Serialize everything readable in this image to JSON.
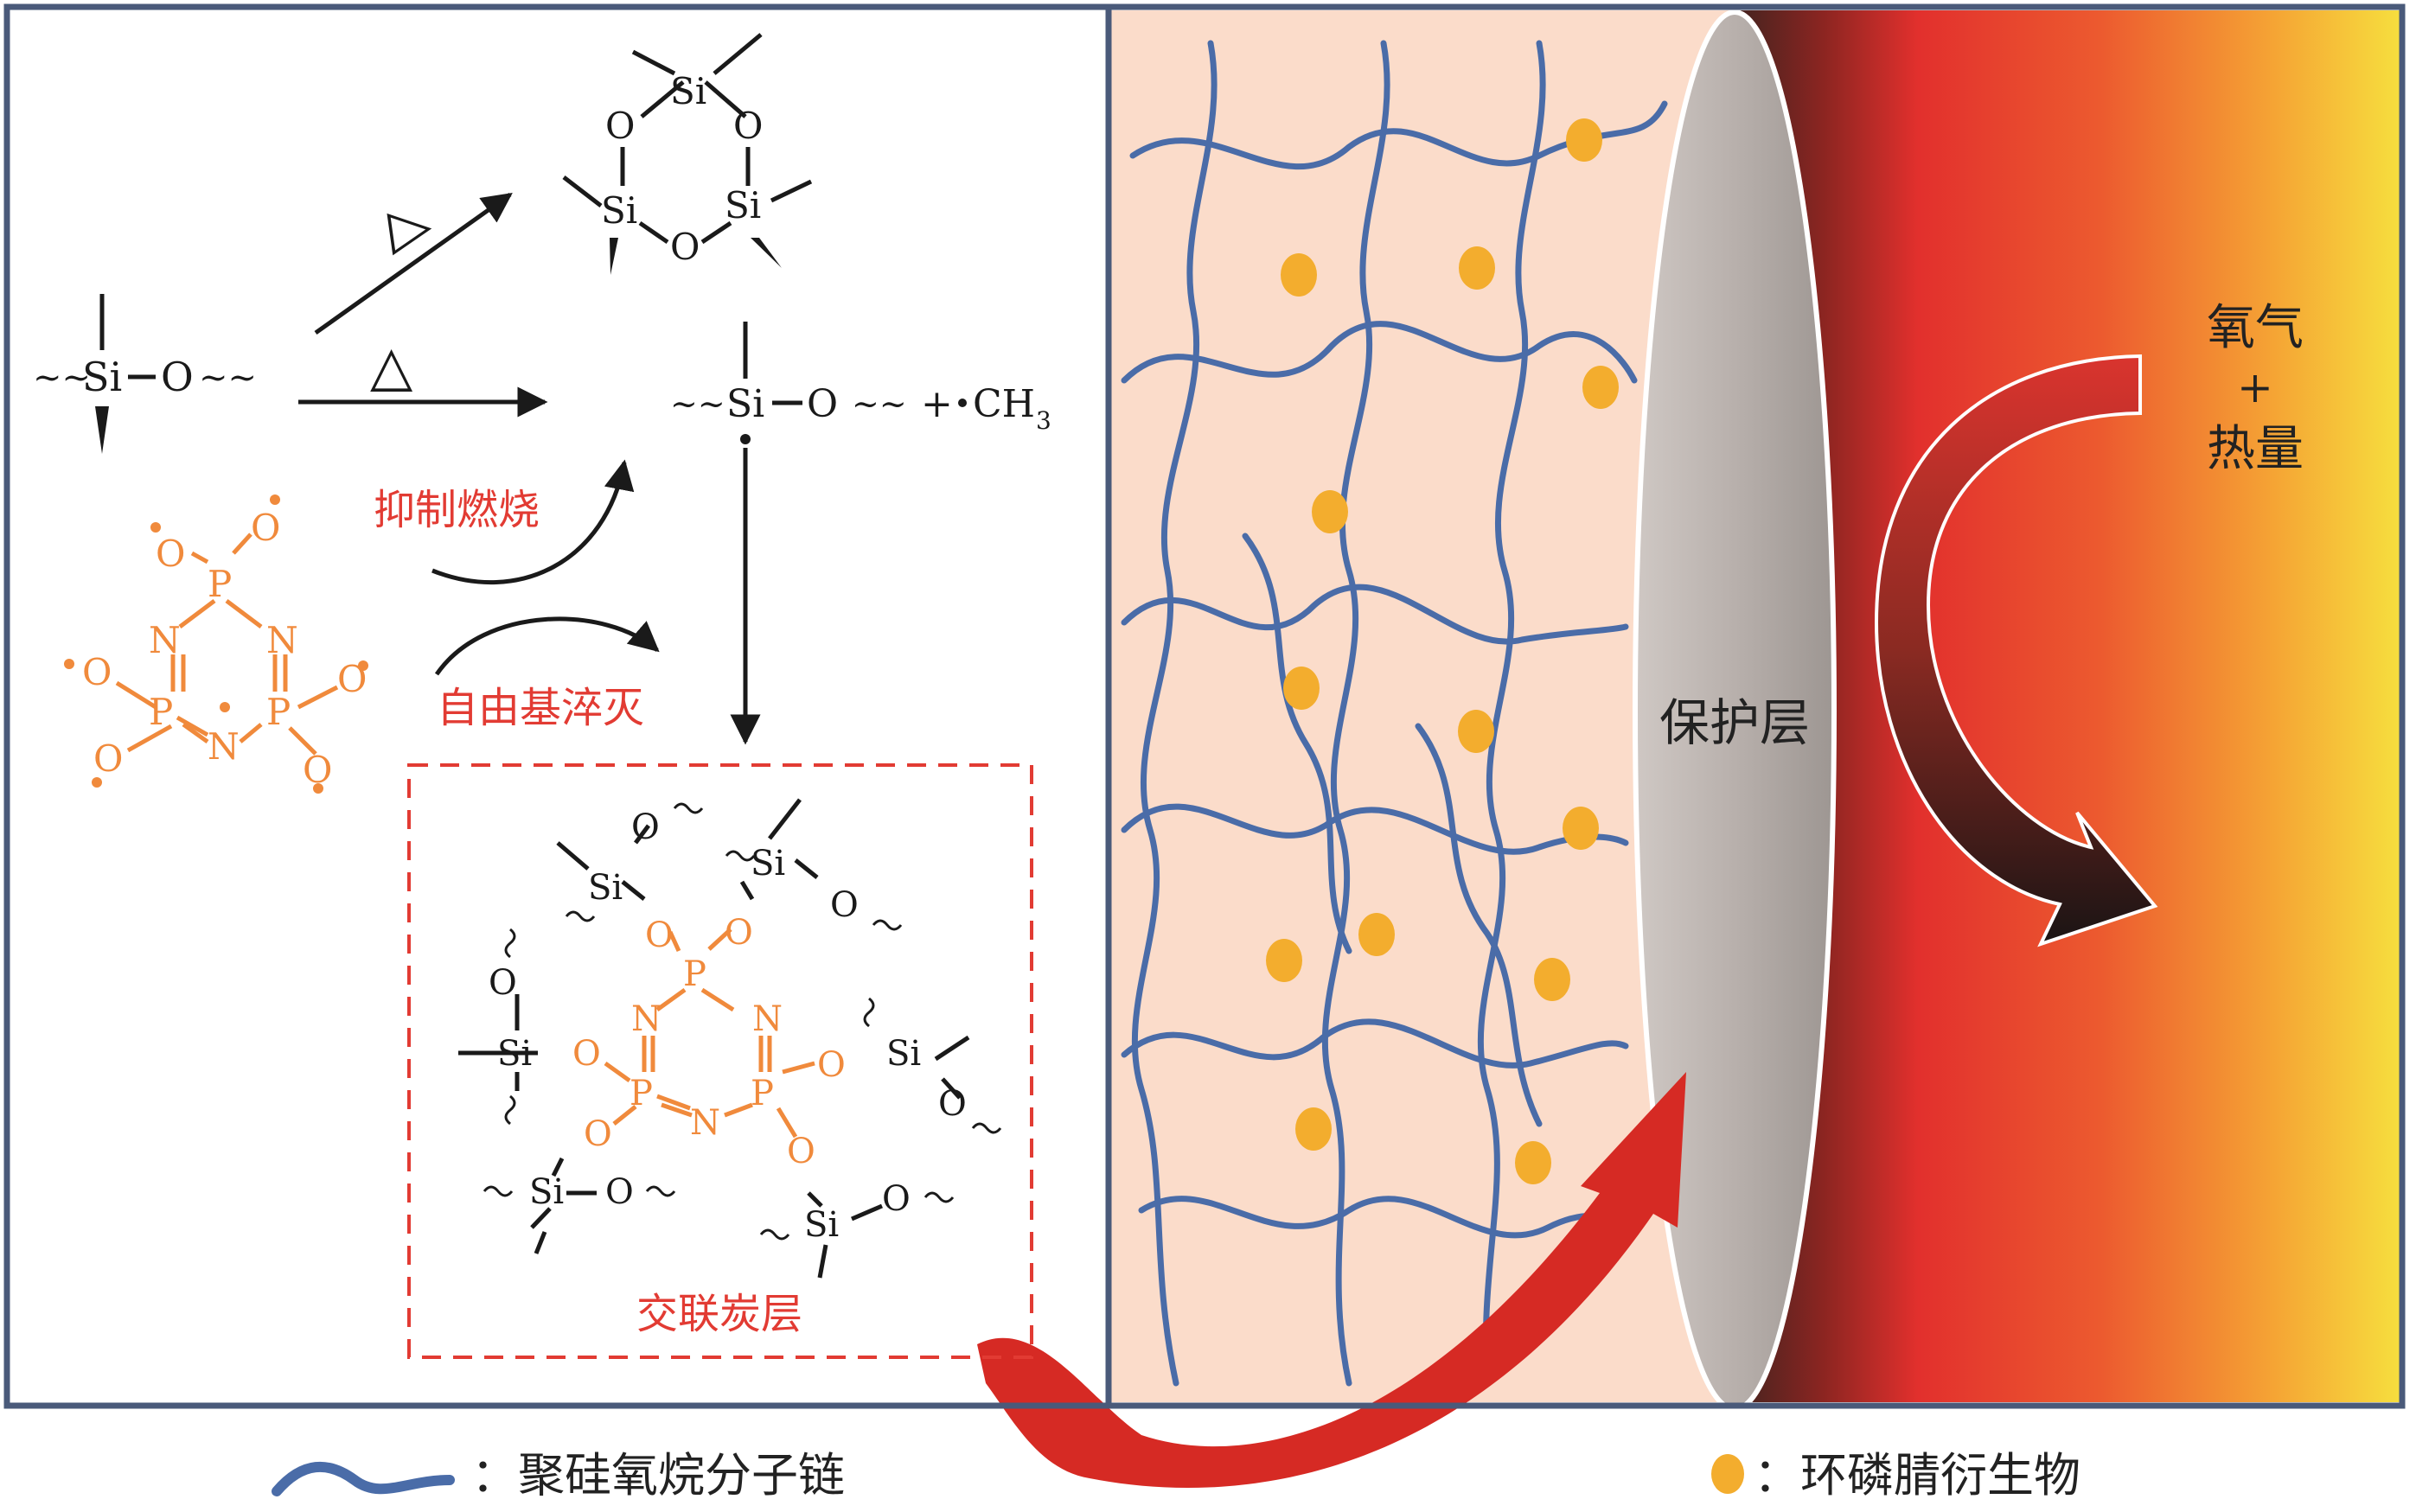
{
  "colors": {
    "frame": "#4a5a7a",
    "chain": "#4a6ca8",
    "dot": "#f3ad2e",
    "label_red": "#e23b33",
    "orange": "#f08a3c",
    "matrix_bg": "#fbdcca",
    "shield": "#b8b0ac",
    "gradient": [
      "#4a2622",
      "#e12f2d",
      "#f5a234",
      "#f6df3c"
    ]
  },
  "scheme": {
    "delta1": "▷",
    "delta2": "△",
    "si": "Si",
    "o": "O",
    "p": "P",
    "n": "N",
    "plus": "+",
    "ch3": "CH",
    "ch3_sub": "3",
    "inhibit": "抑制燃烧",
    "quench": "自由基淬灭",
    "crosslink": "交联炭层"
  },
  "panel_right": {
    "shield": "保护层",
    "oxygen": "氧气",
    "plus": "+",
    "heat": "热量"
  },
  "legend": {
    "chain_icon": "wavy-line-icon",
    "chain_label": "：聚硅氧烷分子链",
    "dot_icon": "orange-dot-icon",
    "dot_label": "：环磷腈衍生物"
  }
}
